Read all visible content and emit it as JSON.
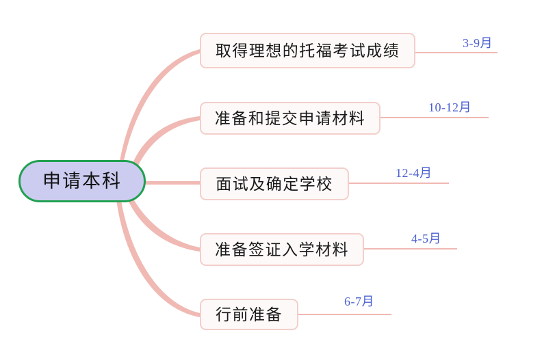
{
  "diagram": {
    "type": "mind-map",
    "orientation": "left-to-right",
    "background_color": "#ffffff",
    "root": {
      "label": "申请本科",
      "fill_color": "#ccccf0",
      "border_color": "#21a051",
      "text_color": "#111111"
    },
    "branch_style": {
      "fill_color": "#fdf9f8",
      "border_color": "#f3cfcb",
      "connector_color": "#f0b9b3",
      "text_color": "#1a1a1a"
    },
    "period_style": {
      "text_color": "#4a5fd0",
      "rule_color": "#f0b9b3"
    },
    "branches": [
      {
        "label": "取得理想的托福考试成绩",
        "period": "3-9月"
      },
      {
        "label": "准备和提交申请材料",
        "period": "10-12月"
      },
      {
        "label": "面试及确定学校",
        "period": "12-4月"
      },
      {
        "label": "准备签证入学材料",
        "period": "4-5月"
      },
      {
        "label": "行前准备",
        "period": "6-7月"
      }
    ]
  }
}
